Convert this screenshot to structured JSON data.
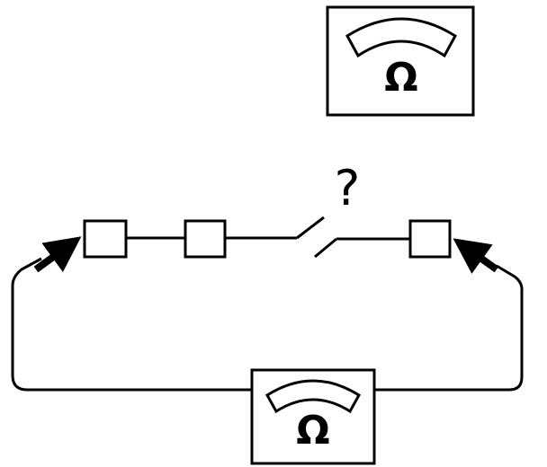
{
  "diagram": {
    "question_mark": "?",
    "meter_top": {
      "unit_symbol": "Ω"
    },
    "meter_bottom": {
      "unit_symbol": "Ω"
    },
    "components": [
      "terminal-left",
      "terminal-middle",
      "switch",
      "terminal-right"
    ]
  }
}
